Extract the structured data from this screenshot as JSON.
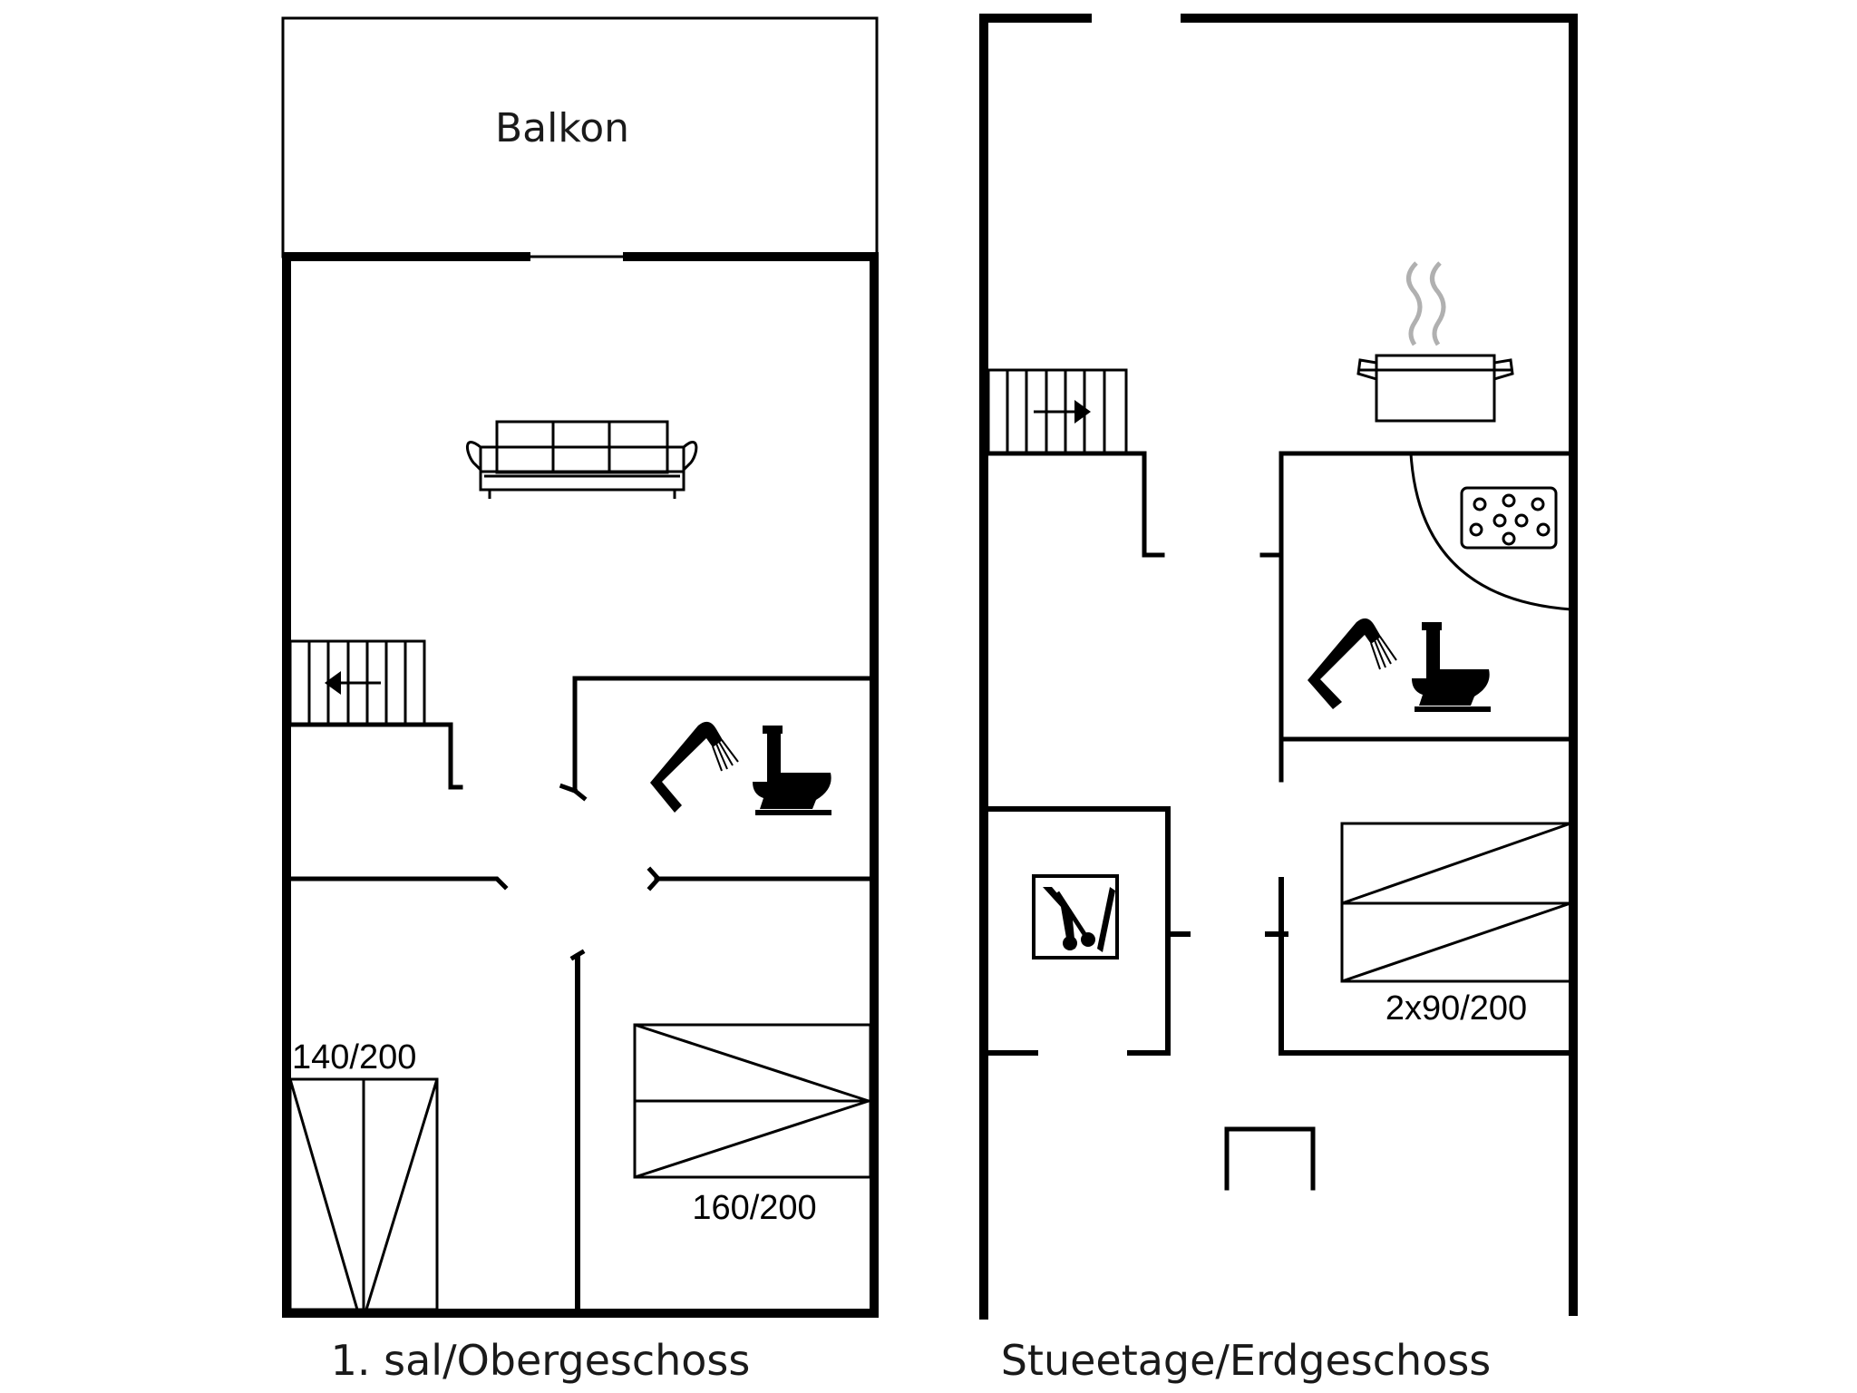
{
  "plan": {
    "upper_floor": {
      "title": "1. sal/Obergeschoss",
      "balcony_label": "Balkon",
      "beds": [
        {
          "label": "140/200"
        },
        {
          "label": "160/200"
        }
      ],
      "icons": [
        "sofa-icon",
        "staircase-icon",
        "shower-icon",
        "toilet-icon",
        "double-bed-icon"
      ]
    },
    "ground_floor": {
      "title": "Stueetage/Erdgeschoss",
      "beds": [
        {
          "label": "2x90/200"
        }
      ],
      "icons": [
        "cooking-pot-icon",
        "staircase-icon",
        "whirlpool-icon",
        "shower-icon",
        "toilet-icon",
        "washing-machine-icon",
        "twin-bed-icon",
        "fireplace-icon"
      ]
    },
    "colors": {
      "wall": "#000000",
      "steam": "#b0b0b0"
    }
  }
}
